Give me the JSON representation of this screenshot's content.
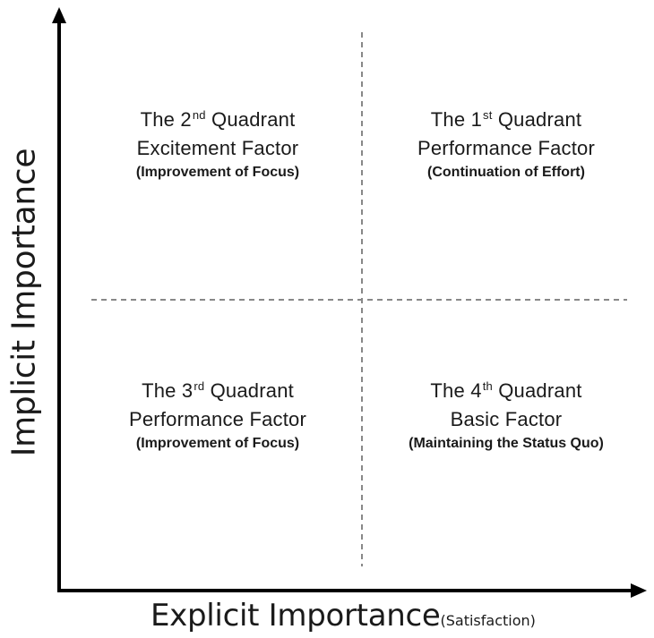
{
  "axes": {
    "y_label": "Implicit Importance",
    "x_label": "Explicit Importance",
    "x_sublabel": "(Satisfaction)"
  },
  "quadrants": {
    "q1": {
      "prefix": "The 1",
      "ordinal": "st",
      "suffix": " Quadrant",
      "factor": "Performance Factor",
      "note": "(Continuation of Effort)"
    },
    "q2": {
      "prefix": "The 2",
      "ordinal": "nd",
      "suffix": " Quadrant",
      "factor": "Excitement Factor",
      "note": "(Improvement of Focus)"
    },
    "q3": {
      "prefix": "The 3",
      "ordinal": "rd",
      "suffix": " Quadrant",
      "factor": "Performance Factor",
      "note": "(Improvement of Focus)"
    },
    "q4": {
      "prefix": "The 4",
      "ordinal": "th",
      "suffix": " Quadrant",
      "factor": "Basic Factor",
      "note": "(Maintaining the Status Quo)"
    }
  },
  "colors": {
    "axis": "#000000",
    "divider": "#888888",
    "text": "#1a1a1a"
  }
}
